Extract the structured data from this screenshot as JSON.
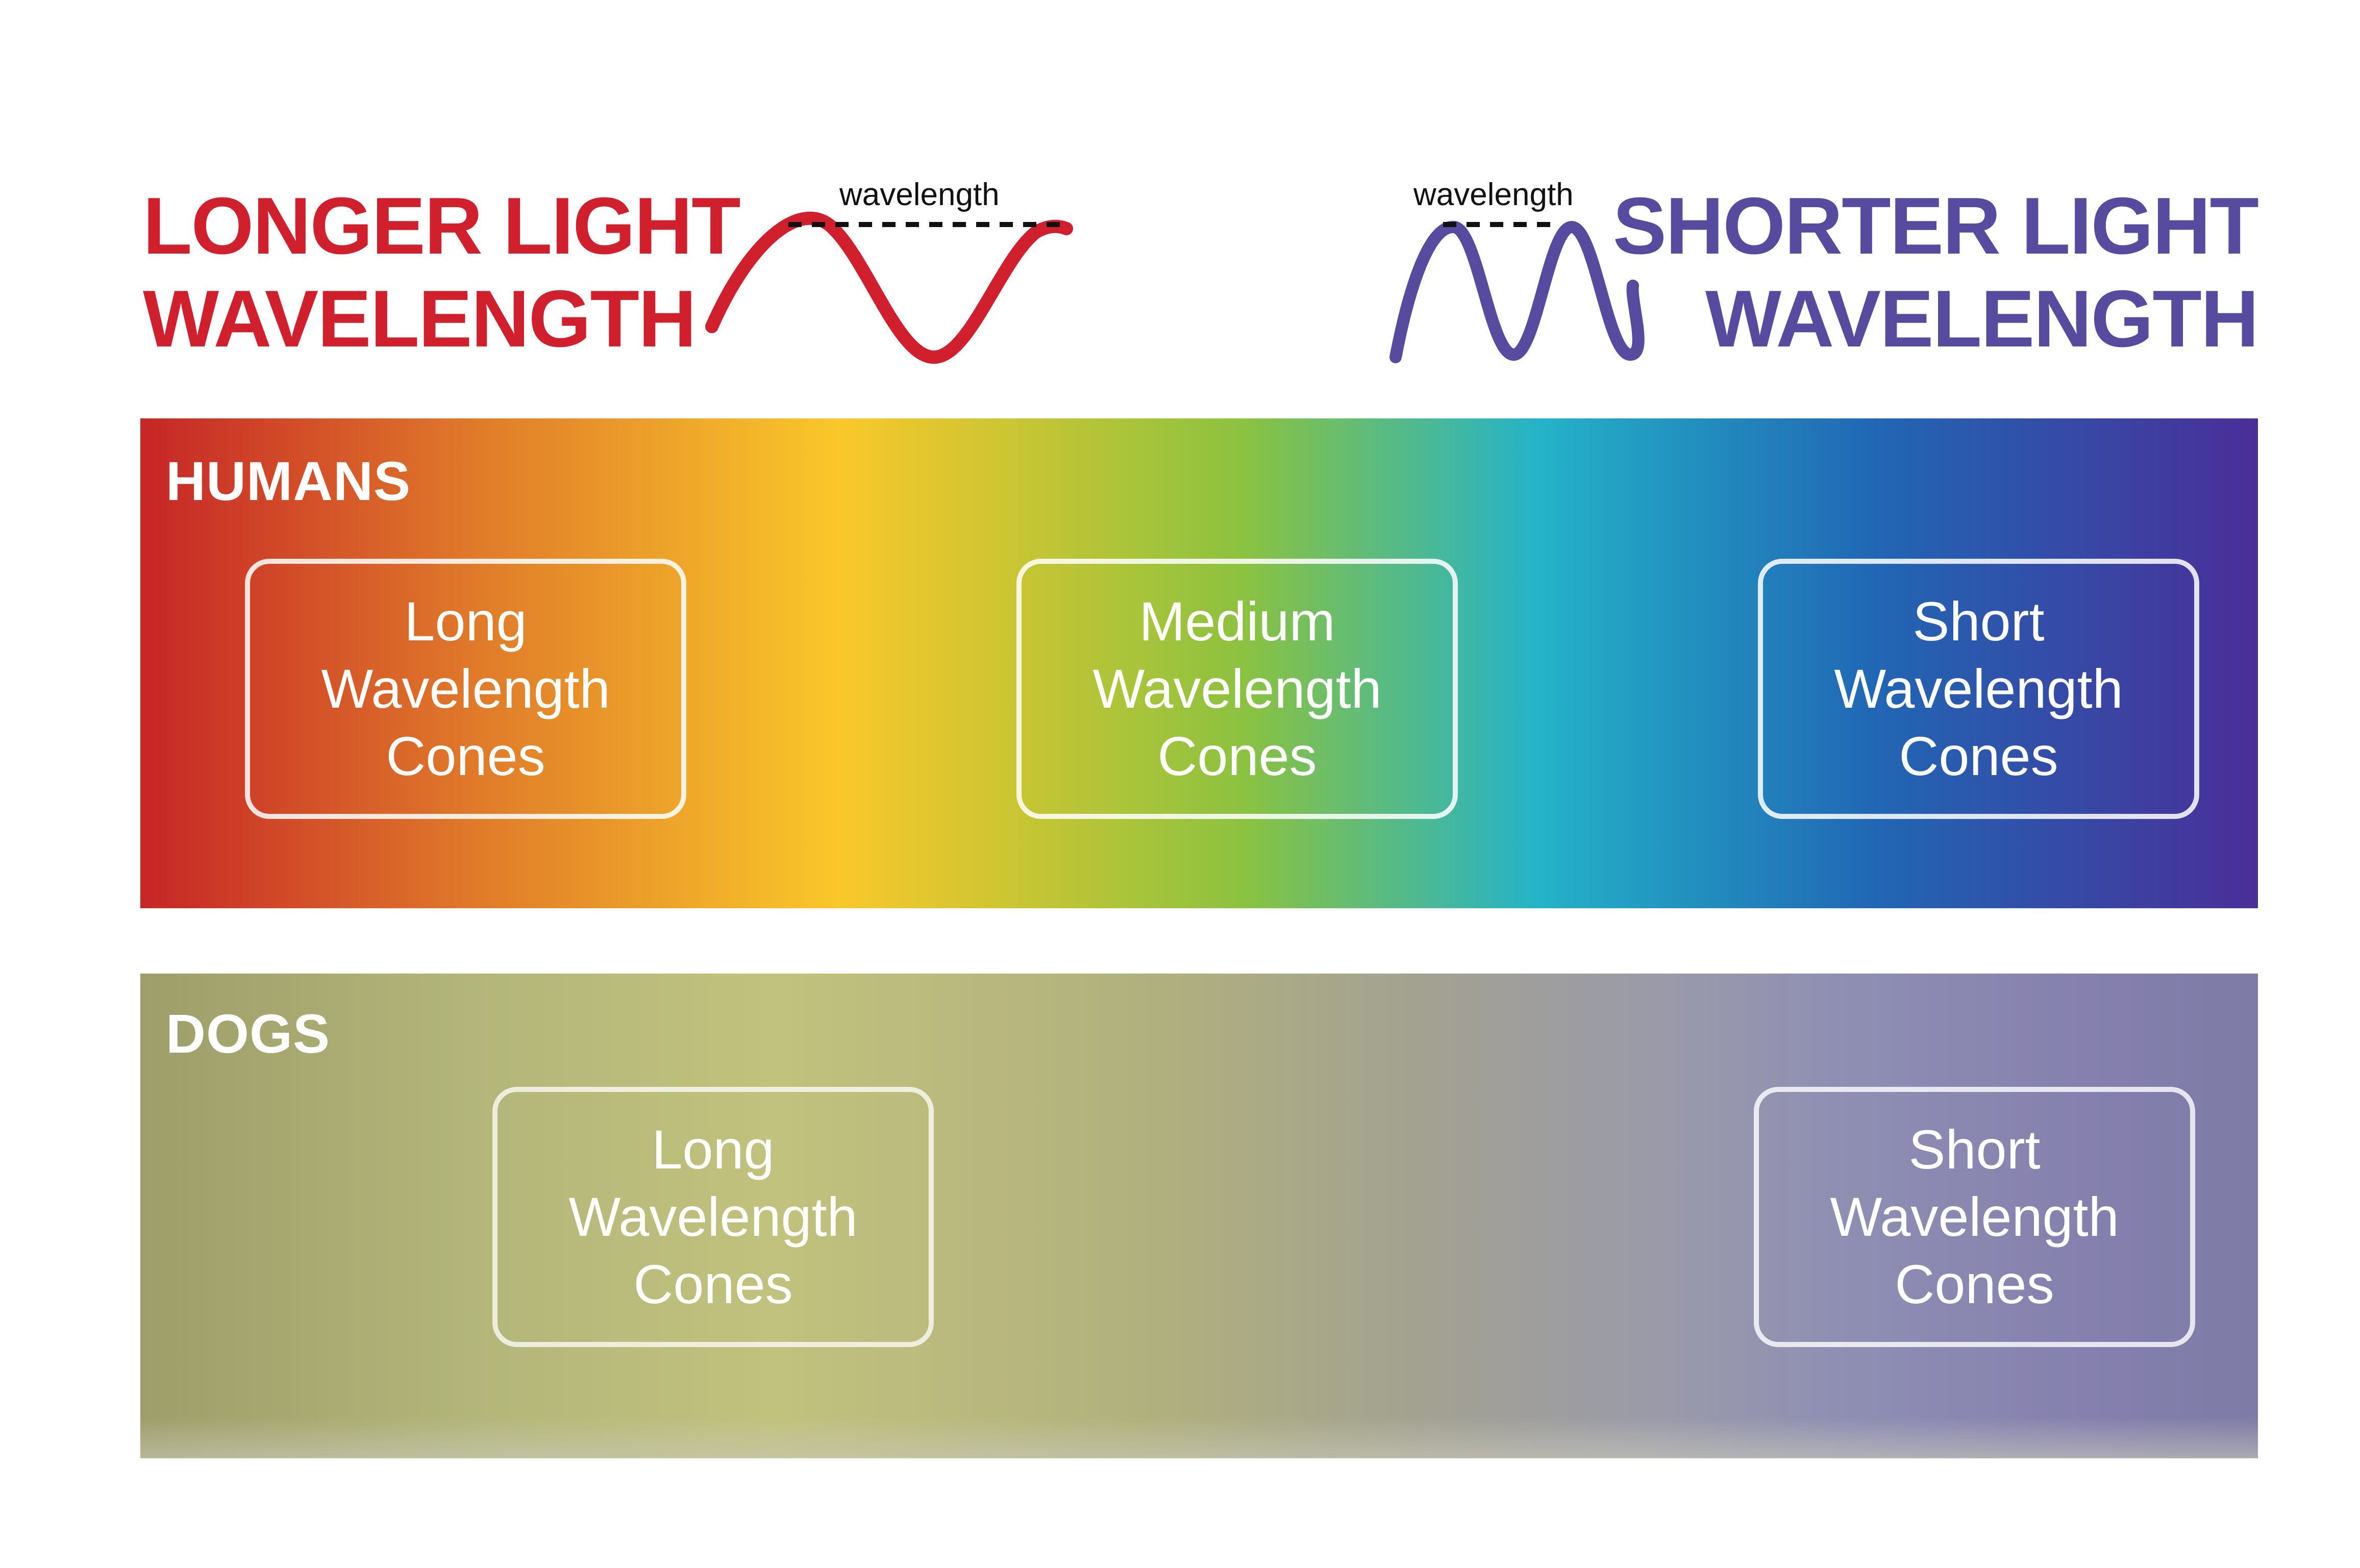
{
  "header": {
    "longer": {
      "line1": "LONGER LIGHT",
      "line2": "WAVELENGTH",
      "color": "#d0202d"
    },
    "shorter": {
      "line1": "SHORTER LIGHT",
      "line2": "WAVELENGTH",
      "color": "#574b9f"
    },
    "wave_label_long": "wavelength",
    "wave_label_short": "wavelength"
  },
  "humans": {
    "label": "HUMANS",
    "cones": [
      {
        "line1": "Long",
        "line2": "Wavelength",
        "line3": "Cones"
      },
      {
        "line1": "Medium",
        "line2": "Wavelength",
        "line3": "Cones"
      },
      {
        "line1": "Short",
        "line2": "Wavelength",
        "line3": "Cones"
      }
    ]
  },
  "dogs": {
    "label": "DOGS",
    "cones": [
      {
        "line1": "Long",
        "line2": "Wavelength",
        "line3": "Cones"
      },
      {
        "line1": "Short",
        "line2": "Wavelength",
        "line3": "Cones"
      }
    ]
  }
}
